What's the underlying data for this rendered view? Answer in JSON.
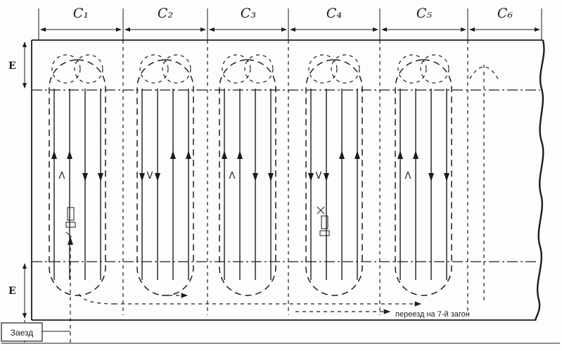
{
  "colors": {
    "ink": "#1c1c1c",
    "paper": "#fdfdfb"
  },
  "header": {
    "labels": [
      "С₁",
      "С₂",
      "С₃",
      "С₄",
      "С₅",
      "С₆"
    ]
  },
  "side": {
    "width_label_top": "E",
    "width_label_bottom": "E"
  },
  "strips": {
    "glyphs": [
      "Λ",
      "V",
      "Λ",
      "V",
      "Λ"
    ]
  },
  "annotations": {
    "entry_label": "Заезд",
    "transfer_label": "переезд на 7-й загон"
  }
}
